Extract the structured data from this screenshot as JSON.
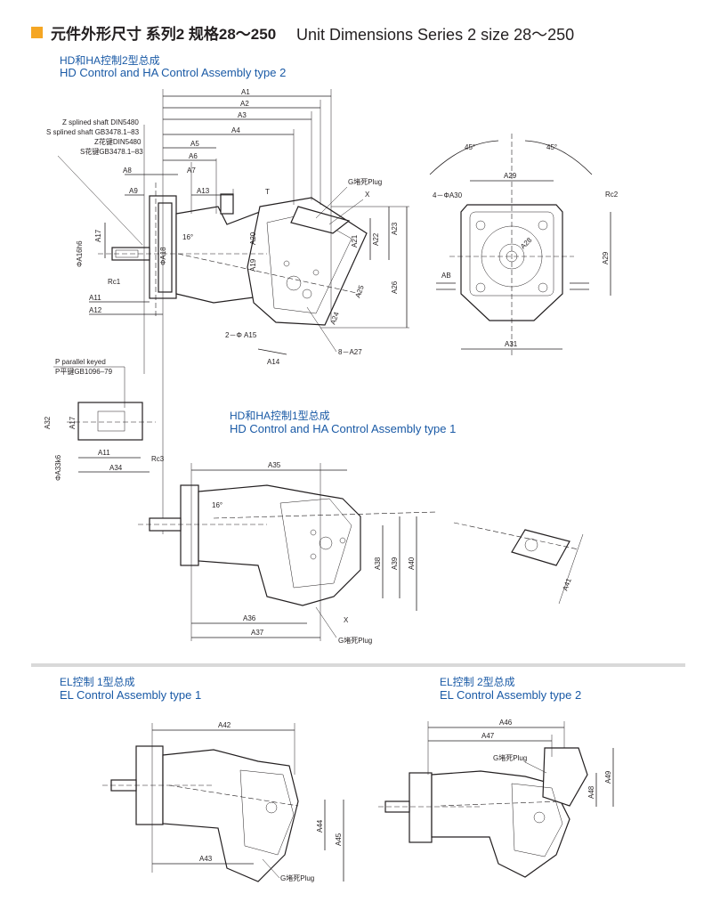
{
  "header": {
    "title_cn": "元件外形尺寸  系列2  规格28～250",
    "title_en": "Unit Dimensions Series 2 size 28～250",
    "accent_color": "#f5a623"
  },
  "sections": {
    "hd_ha_type2": {
      "title_cn": "HD和HA控制2型总成",
      "title_en": "HD Control and HA Control Assembly type 2"
    },
    "hd_ha_type1": {
      "title_cn": "HD和HA控制1型总成",
      "title_en": "HD Control and HA Control Assembly type 1"
    },
    "el_type1": {
      "title_cn": "EL控制  1型总成",
      "title_en": "EL Control Assembly type 1"
    },
    "el_type2": {
      "title_cn": "EL控制  2型总成",
      "title_en": "EL Control Assembly type 2"
    }
  },
  "title_color": "#1a5aa6",
  "shaft_notes": {
    "z_splined": "Z splined shaft DIN5480",
    "s_splined": "S splined shaft GB3478.1–83",
    "z_cn": "Z花键DIN5480",
    "s_cn": "S花键GB3478.1–83",
    "p_keyed": "P parallel keyed",
    "p_cn": "P平键GB1096–79"
  },
  "labels": {
    "A1": "A1",
    "A2": "A2",
    "A3": "A3",
    "A4": "A4",
    "A5": "A5",
    "A6": "A6",
    "A7": "A7",
    "A8": "A8",
    "A9": "A9",
    "A11": "A11",
    "A12": "A12",
    "A13": "A13",
    "A14": "A14",
    "A15": "2－Φ A15",
    "A16": "ΦA16h6",
    "A17": "A17",
    "A18": "ΦA18",
    "A19": "A19",
    "A20": "A20",
    "A21": "A21",
    "A22": "A22",
    "A23": "A23",
    "A24": "A24",
    "A25": "A25",
    "A26": "A26",
    "A27": "8－A27",
    "A28": "A28",
    "A29": "A29",
    "A30": "4－ΦA30",
    "A31": "A31",
    "A32": "A32",
    "A33": "ΦA33k6",
    "A34": "A34",
    "A35": "A35",
    "A36": "A36",
    "A37": "A37",
    "A38": "A38",
    "A39": "A39",
    "A40": "A40",
    "A41": "A41",
    "A42": "A42",
    "A43": "A43",
    "A44": "A44",
    "A45": "A45",
    "A46": "A46",
    "A47": "A47",
    "A48": "A48",
    "A49": "A49",
    "T": "T",
    "X": "X",
    "G_plug": "G堵死Plug",
    "Rc1": "Rc1",
    "Rc2": "Rc2",
    "Rc3": "Rc3",
    "AB": "AB",
    "angle16": "16°",
    "angle45": "45°"
  }
}
